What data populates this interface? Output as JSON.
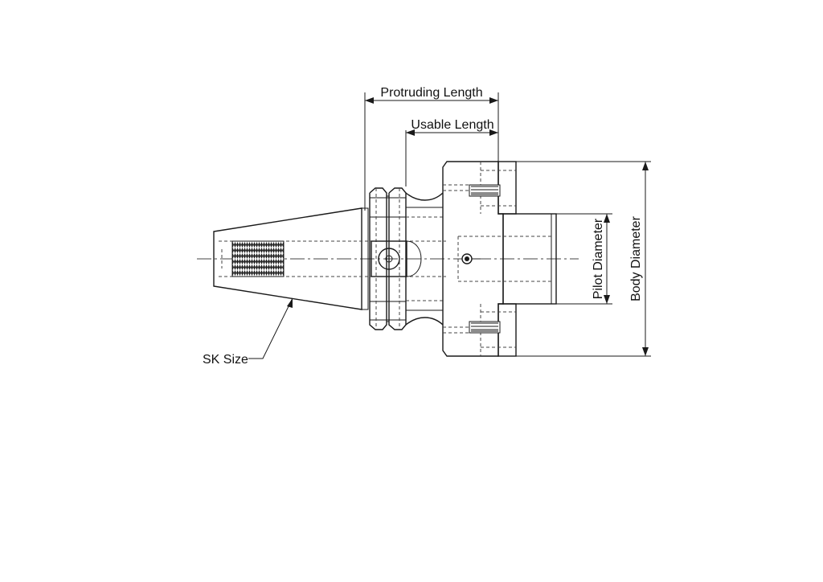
{
  "drawing": {
    "labels": {
      "protruding_length": "Protruding Length",
      "usable_length": "Usable Length",
      "pilot_diameter": "Pilot Diameter",
      "body_diameter": "Body Diameter",
      "sk_size": "SK Size"
    }
  }
}
